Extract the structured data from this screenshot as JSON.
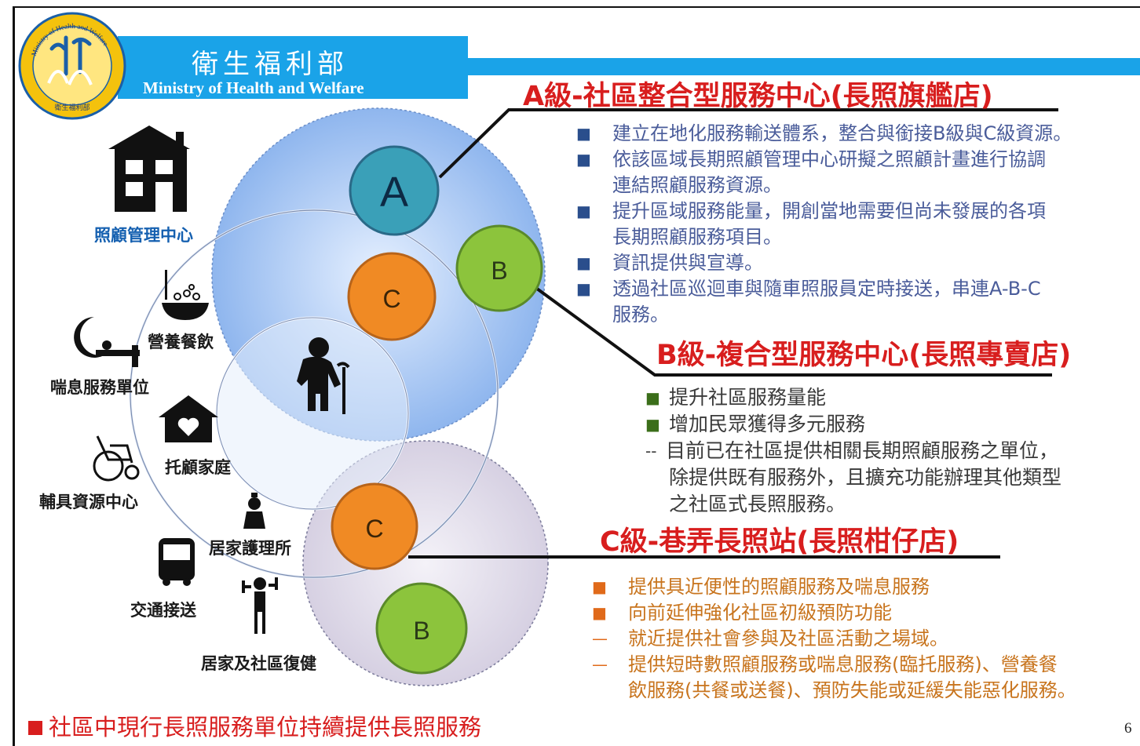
{
  "header": {
    "ministry_zh": "衛生福利部",
    "ministry_en": "Ministry of Health and Welfare",
    "logo_text": "Ministry of Health and Welfare",
    "logo_seal": "衛生福利部",
    "colors": {
      "band": "#1aa3e8",
      "seal_bg": "#f4c20d"
    }
  },
  "circles": {
    "a_label": "A",
    "b_label": "B",
    "c_label": "C",
    "colors": {
      "a": "#3aa0b8",
      "b": "#8cc43c",
      "c": "#f08a24"
    }
  },
  "left_icons": {
    "care_center": "照顧管理中心",
    "nutrition": "營養餐飲",
    "respite": "喘息服務單位",
    "foster_family": "托顧家庭",
    "assistive": "輔具資源中心",
    "home_nursing": "居家護理所",
    "transport": "交通接送",
    "rehab": "居家及社區復健"
  },
  "section_a": {
    "title": "A級-社區整合型服務中心(長照旗艦店)",
    "items": [
      {
        "lines": [
          "建立在地化服務輸送體系，整合與銜接B級與C級資源。"
        ]
      },
      {
        "lines": [
          "依該區域長期照顧管理中心研擬之照顧計畫進行協調",
          "連結照顧服務資源。"
        ]
      },
      {
        "lines": [
          "提升區域服務能量，開創當地需要但尚未發展的各項",
          "長期照顧服務項目。"
        ]
      },
      {
        "lines": [
          "資訊提供與宣導。"
        ]
      },
      {
        "lines": [
          "透過社區巡迴車與隨車照服員定時接送，串連A-B-C",
          "服務。"
        ]
      }
    ],
    "bullet": "■"
  },
  "section_b": {
    "title": "B級-複合型服務中心(長照專賣店)",
    "items": [
      {
        "mark": "■",
        "lines": [
          "提升社區服務量能"
        ]
      },
      {
        "mark": "■",
        "lines": [
          "增加民眾獲得多元服務"
        ]
      },
      {
        "mark": "--",
        "lines": [
          "目前已在社區提供相關長期照顧服務之單位，",
          "除提供既有服務外，且擴充功能辦理其他類型",
          "之社區式長照服務。"
        ]
      }
    ]
  },
  "section_c": {
    "title": "C級-巷弄長照站(長照柑仔店)",
    "items": [
      {
        "mark": "■",
        "lines": [
          "提供具近便性的照顧服務及喘息服務"
        ]
      },
      {
        "mark": "■",
        "lines": [
          "向前延伸強化社區初級預防功能"
        ]
      },
      {
        "mark": "—",
        "lines": [
          "就近提供社會參與及社區活動之場域。"
        ]
      },
      {
        "mark": "—",
        "lines": [
          "提供短時數照顧服務或喘息服務(臨托服務)、營養餐",
          "飲服務(共餐或送餐)、預防失能或延緩失能惡化服務。"
        ]
      }
    ]
  },
  "footer": {
    "text": "社區中現行長照服務單位持續提供長照服務",
    "page_number": "6"
  }
}
